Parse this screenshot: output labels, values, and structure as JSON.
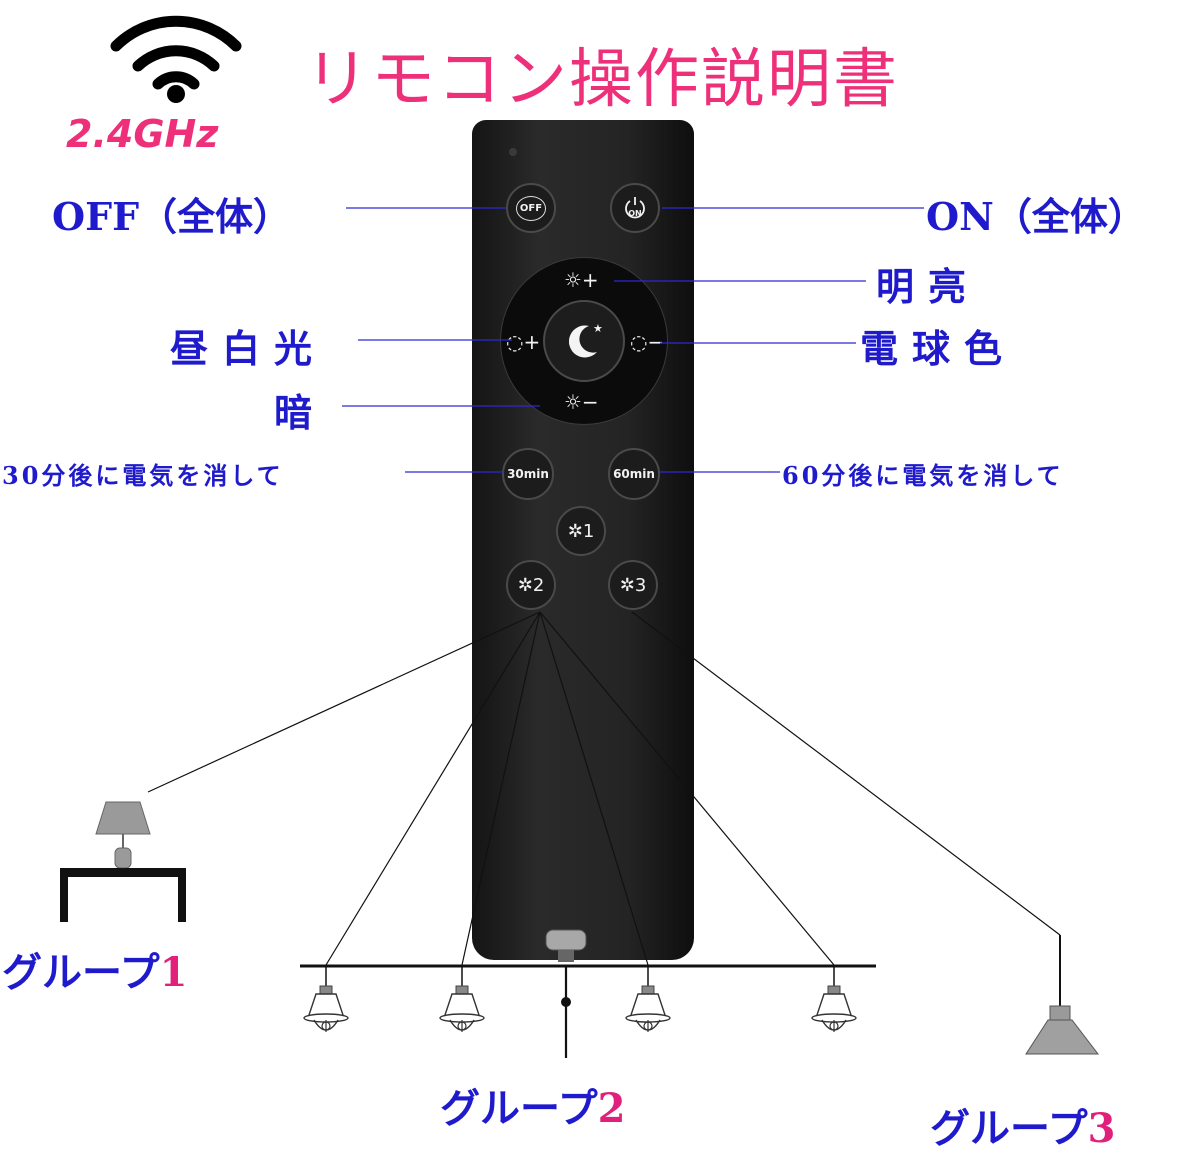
{
  "title": "リモコン操作説明書",
  "frequency": "2.4GHz",
  "icons": {
    "signal": "wifi-signal-icon",
    "night": "moon-star-icon",
    "bulb": "bulb-icon",
    "lamp": "table-lamp-icon"
  },
  "colors": {
    "title": "#ee2f7a",
    "label": "#1f1bcc",
    "group_number": "#e0207a",
    "remote_body": "#222222"
  },
  "remote": {
    "off_button": "OFF",
    "on_button": "ON",
    "brighter_symbol": "☼+",
    "dimmer_symbol": "☼−",
    "daylight_symbol": "◌+",
    "warm_symbol": "◌−",
    "timer_30_button": "30min",
    "timer_60_button": "60min",
    "group_1_button": "1",
    "group_2_button": "2",
    "group_3_button": "3"
  },
  "labels": {
    "off_all": "OFF（全体）",
    "on_all": "ON（全体）",
    "brighter": "明亮",
    "daylight": "昼白光",
    "warm": "電球色",
    "dimmer": "暗",
    "timer_30": "30分後に電気を消して",
    "timer_60": "60分後に電気を消して"
  },
  "groups": [
    {
      "text": "グループ",
      "number": "1"
    },
    {
      "text": "グループ",
      "number": "2"
    },
    {
      "text": "グループ",
      "number": "3"
    }
  ]
}
